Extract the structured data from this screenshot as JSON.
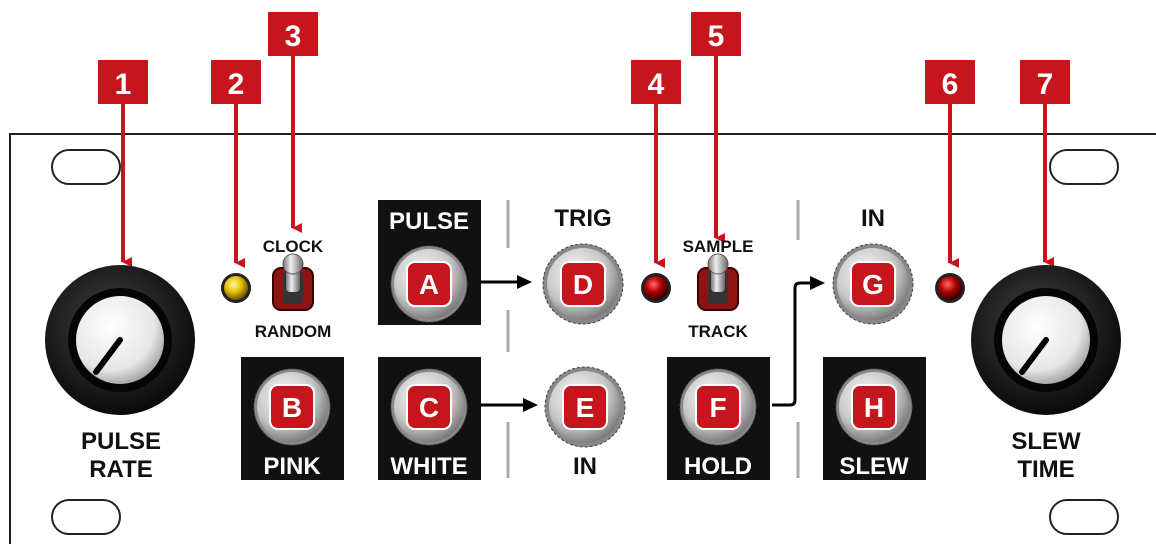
{
  "callouts": [
    {
      "num": "1",
      "target": "pulse-rate-knob"
    },
    {
      "num": "2",
      "target": "clock-led"
    },
    {
      "num": "3",
      "target": "clock-random-switch"
    },
    {
      "num": "4",
      "target": "sample-led"
    },
    {
      "num": "5",
      "target": "sample-track-switch"
    },
    {
      "num": "6",
      "target": "slew-led"
    },
    {
      "num": "7",
      "target": "slew-time-knob"
    }
  ],
  "knobs": {
    "pulse_rate": {
      "line1": "PULSE",
      "line2": "RATE"
    },
    "slew_time": {
      "line1": "SLEW",
      "line2": "TIME"
    }
  },
  "switches": {
    "clock": {
      "up": "CLOCK",
      "down": "RANDOM"
    },
    "sample": {
      "up": "SAMPLE",
      "down": "TRACK"
    }
  },
  "jacks": {
    "A": {
      "letter": "A",
      "label": "PULSE"
    },
    "B": {
      "letter": "B",
      "label": "PINK"
    },
    "C": {
      "letter": "C",
      "label": "WHITE"
    },
    "D": {
      "letter": "D",
      "label": "TRIG"
    },
    "E": {
      "letter": "E",
      "label": "IN"
    },
    "F": {
      "letter": "F",
      "label": "HOLD"
    },
    "G": {
      "letter": "G",
      "label": "IN"
    },
    "H": {
      "letter": "H",
      "label": "SLEW"
    }
  },
  "colors": {
    "callout_red": "#c4161c",
    "led_yellow": "#e8c000",
    "led_red": "#9a0000",
    "panel_outline": "#222222",
    "output_box": "#111111"
  }
}
